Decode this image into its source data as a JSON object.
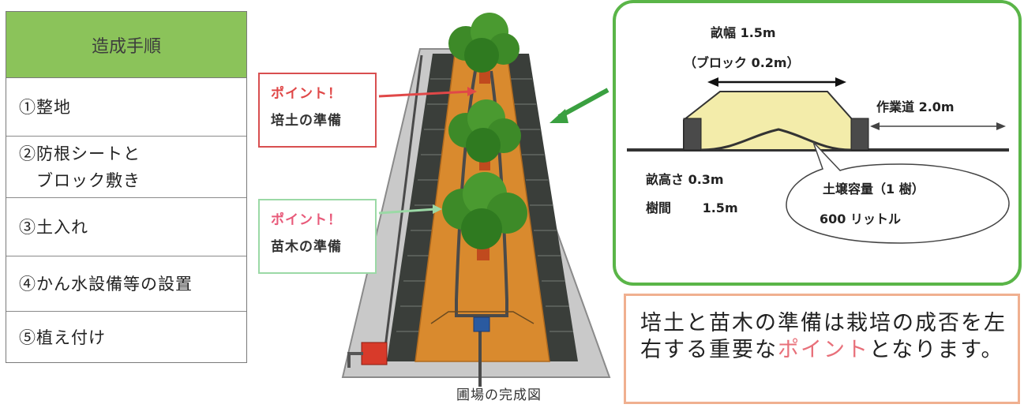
{
  "procedure": {
    "header": "造成手順",
    "steps": [
      "①整地",
      "②防根シートと\n　ブロック敷き",
      "③土入れ",
      "④かん水設備等の設置",
      "⑤植え付け"
    ]
  },
  "illustration": {
    "point_soil": {
      "title": "ポイント！",
      "text": "培土の準備"
    },
    "point_seedling": {
      "title": "ポイント！",
      "text": "苗木の準備"
    },
    "caption": "圃場の完成図"
  },
  "cross_section": {
    "ridge_width": "畝幅 1.5m",
    "block_width": "（ブロック 0.2m）",
    "work_road": "作業道 2.0m",
    "ridge_height": "畝高さ 0.3m",
    "tree_spacing_label": "樹間",
    "tree_spacing_value": "1.5m",
    "soil_volume_label": "土壌容量（1 樹）",
    "soil_volume_value": "600 リットル"
  },
  "note": {
    "text_before": "培土と苗木の準備は栽培の成否を左右する重要な",
    "highlight": "ポイント",
    "text_after": "となります。"
  },
  "colors": {
    "header_green": "#8bc35a",
    "panel_green": "#5ab548",
    "soil_orange": "#d98a2e",
    "ridge_yellow": "#f3ecaa",
    "note_border": "#f0b090",
    "highlight_pink": "#e8707a"
  }
}
